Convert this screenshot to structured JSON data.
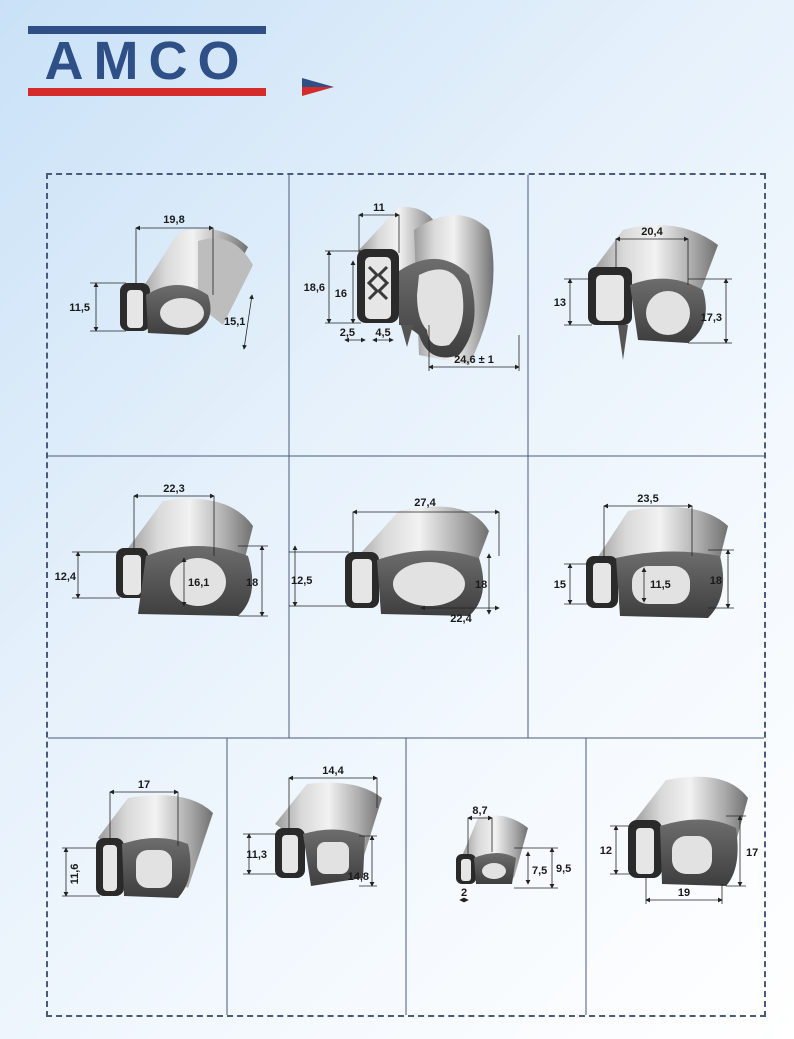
{
  "brand": {
    "name": "AMCO",
    "bar_top_color": "#2f4f87",
    "bar_bottom_color": "#d52b2b",
    "arrow_color_1": "#2f4f87",
    "arrow_color_2": "#d52b2b"
  },
  "profiles": [
    {
      "dims": [
        "19,8",
        "11,5",
        "15,1"
      ]
    },
    {
      "dims": [
        "11",
        "18,6",
        "16",
        "2,5",
        "4,5",
        "24,6 ± 1"
      ]
    },
    {
      "dims": [
        "20,4",
        "13",
        "17,3"
      ]
    },
    {
      "dims": [
        "22,3",
        "12,4",
        "16,1",
        "18"
      ]
    },
    {
      "dims": [
        "27,4",
        "12,5",
        "18",
        "22,4"
      ]
    },
    {
      "dims": [
        "23,5",
        "15",
        "11,5",
        "18"
      ]
    },
    {
      "dims": [
        "17",
        "11,6"
      ]
    },
    {
      "dims": [
        "14,4",
        "11,3",
        "14,8"
      ]
    },
    {
      "dims": [
        "8,7",
        "7,5",
        "9,5",
        "2"
      ]
    },
    {
      "dims": [
        "12",
        "17",
        "19"
      ]
    }
  ]
}
